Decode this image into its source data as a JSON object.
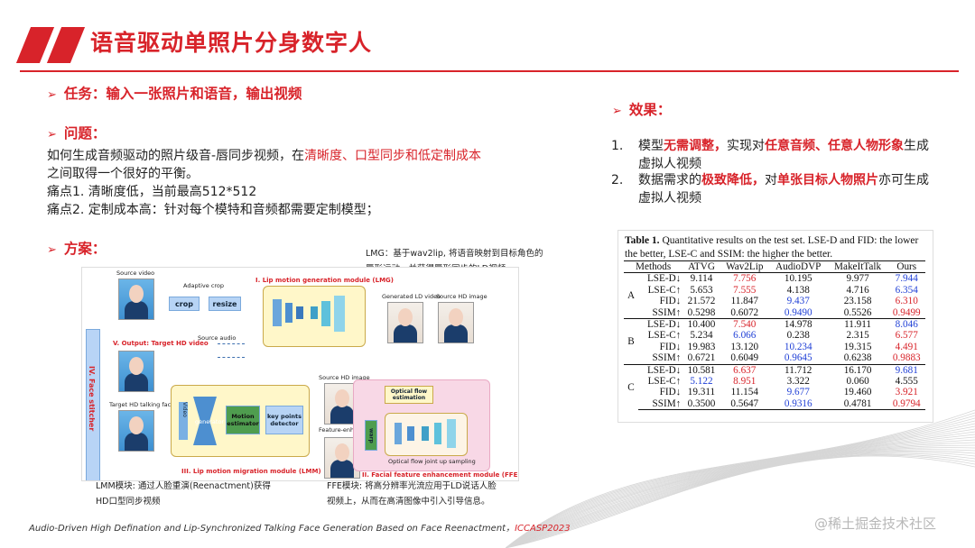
{
  "page": {
    "title": "语音驱动单照片分身数字人"
  },
  "left": {
    "task_head": "任务：输入一张照片和语音，输出视频",
    "problem_head": "问题：",
    "problem_p1_a": "如何生成音频驱动的照片级音-唇同步视频，在",
    "problem_p1_b": "清晰度、口型同步和低定制成本",
    "problem_p1_c": "之间取得一个很好的平衡。",
    "pain1": "痛点1. 清晰度低，当前最高512*512",
    "pain2": "痛点2. 定制成本高：针对每个模特和音频都需要定制模型；",
    "solution_head": "方案："
  },
  "notes": {
    "lmg_1": "LMG：基于wav2lip, 将语音映射到目标角色的",
    "lmg_2": "唇形运动，并获得唇形同步的LD视频",
    "lmm_1": "LMM模块: 通过人脸重演(Reenactment)获得",
    "lmm_2": "HD口型同步视频",
    "ffe_1": "FFE模块: 将高分辨率光流应用于LD说话人脸",
    "ffe_2": "视频上，从而在高清图像中引入引导信息。"
  },
  "diagram": {
    "source_video": "Source video",
    "adaptive_crop": "Adaptive crop",
    "crop": "crop",
    "resize": "resize",
    "lmg_title": "I. Lip motion generation module (LMG)",
    "generated_ld": "Generated LD video",
    "source_hd_top": "Source HD image",
    "output": "V. Output: Target HD video",
    "source_audio": "Source audio",
    "face_stitcher": "IV. Face stitcher",
    "target_hd_talking": "Target HD talking face",
    "video": "Video",
    "generator": "generator",
    "motion_estimator": "Motion estimator",
    "key_points": "key points detector",
    "source_hd_mid": "Source HD image",
    "optical_flow": "Optical flow estimation",
    "feature_enhanced": "Feature-enhanced LD video",
    "warp": "warp",
    "upsampling": "Optical flow joint up sampling",
    "lmm_title": "III. Lip motion migration module (LMM)",
    "ffe_title": "II. Facial feature enhancement module (FFE)"
  },
  "right": {
    "effect_head": "效果：",
    "item1_num": "1.",
    "item1_a": "模型",
    "item1_b": "无需调整，",
    "item1_c": "实现对",
    "item1_d": "任意音频、任意人物形",
    "item1_e": "象",
    "item1_f": "生成虚拟人视频",
    "item2_num": "2.",
    "item2_a": "数据需求的",
    "item2_b": "极致降低，",
    "item2_c": "对",
    "item2_d": "单张目标人物照片",
    "item2_e": "亦",
    "item2_f": "可生成虚拟人视频"
  },
  "table": {
    "caption_bold": "Table 1.",
    "caption_rest": " Quantitative results on the test set. LSE-D and FID: the lower the better, LSE-C and SSIM: the higher the better.",
    "headers": [
      "Methods",
      "ATVG",
      "Wav2Lip",
      "AudioDVP",
      "MakeItTalk",
      "Ours"
    ],
    "groups": [
      {
        "label": "A",
        "rows": [
          {
            "metric": "LSE-D↓",
            "vals": [
              "9.114",
              "7.756",
              "10.195",
              "9.977",
              "7.944"
            ],
            "styles": [
              "",
              "best",
              "",
              "",
              "second"
            ]
          },
          {
            "metric": "LSE-C↑",
            "vals": [
              "5.653",
              "7.555",
              "4.138",
              "4.716",
              "6.354"
            ],
            "styles": [
              "",
              "best",
              "",
              "",
              "second"
            ]
          },
          {
            "metric": "FID↓",
            "vals": [
              "21.572",
              "11.847",
              "9.437",
              "23.158",
              "6.310"
            ],
            "styles": [
              "",
              "",
              "second",
              "",
              "best"
            ]
          },
          {
            "metric": "SSIM↑",
            "vals": [
              "0.5298",
              "0.6072",
              "0.9490",
              "0.5526",
              "0.9499"
            ],
            "styles": [
              "",
              "",
              "second",
              "",
              "best"
            ]
          }
        ]
      },
      {
        "label": "B",
        "rows": [
          {
            "metric": "LSE-D↓",
            "vals": [
              "10.400",
              "7.540",
              "14.978",
              "11.911",
              "8.046"
            ],
            "styles": [
              "",
              "best",
              "",
              "",
              "second"
            ]
          },
          {
            "metric": "LSE-C↑",
            "vals": [
              "5.234",
              "6.066",
              "0.238",
              "2.315",
              "6.577"
            ],
            "styles": [
              "",
              "second",
              "",
              "",
              "best"
            ]
          },
          {
            "metric": "FID↓",
            "vals": [
              "19.983",
              "13.120",
              "10.234",
              "19.315",
              "4.491"
            ],
            "styles": [
              "",
              "",
              "second",
              "",
              "best"
            ]
          },
          {
            "metric": "SSIM↑",
            "vals": [
              "0.6721",
              "0.6049",
              "0.9645",
              "0.6238",
              "0.9883"
            ],
            "styles": [
              "",
              "",
              "second",
              "",
              "best"
            ]
          }
        ]
      },
      {
        "label": "C",
        "rows": [
          {
            "metric": "LSE-D↓",
            "vals": [
              "10.581",
              "6.637",
              "11.712",
              "16.170",
              "9.681"
            ],
            "styles": [
              "",
              "best",
              "",
              "",
              "second"
            ]
          },
          {
            "metric": "LSE-C↑",
            "vals": [
              "5.122",
              "8.951",
              "3.322",
              "0.060",
              "4.555"
            ],
            "styles": [
              "second",
              "best",
              "",
              "",
              ""
            ]
          },
          {
            "metric": "FID↓",
            "vals": [
              "19.311",
              "11.154",
              "9.677",
              "19.460",
              "3.921"
            ],
            "styles": [
              "",
              "",
              "second",
              "",
              "best"
            ]
          },
          {
            "metric": "SSIM↑",
            "vals": [
              "0.3500",
              "0.5647",
              "0.9316",
              "0.4781",
              "0.9794"
            ],
            "styles": [
              "",
              "",
              "second",
              "",
              "best"
            ]
          }
        ]
      }
    ]
  },
  "footer": {
    "citation": "Audio-Driven High Defination and Lip-Synchronized Talking Face Generation Based on Face Reenactment，",
    "venue": "ICCASP2023",
    "watermark": "@稀土掘金技术社区"
  },
  "colors": {
    "accent": "#d8232a",
    "second_best": "#1f3fd6"
  }
}
